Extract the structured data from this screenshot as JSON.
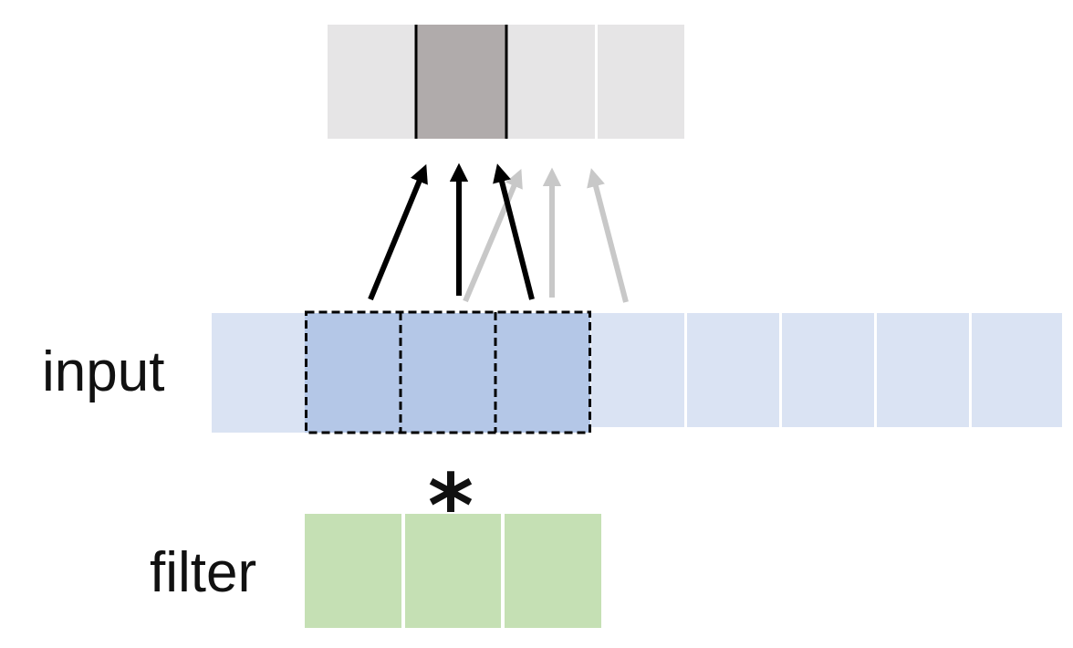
{
  "labels": {
    "input": "input",
    "filter": "filter",
    "operator": "*"
  },
  "output_row": {
    "cells": 4,
    "highlighted_index": 1
  },
  "input_row": {
    "cells": 9,
    "window_start": 1,
    "window_size": 3
  },
  "filter_row": {
    "cells": 3
  },
  "colors": {
    "output_cell": "#e6e5e6",
    "output_highlight": "#b0abab",
    "input_cell": "#dae3f3",
    "input_window": "#b4c7e7",
    "filter_cell": "#c5e0b4",
    "arrow_active": "#000000",
    "arrow_inactive": "#c8c8c8",
    "cell_divider": "#ffffff"
  }
}
